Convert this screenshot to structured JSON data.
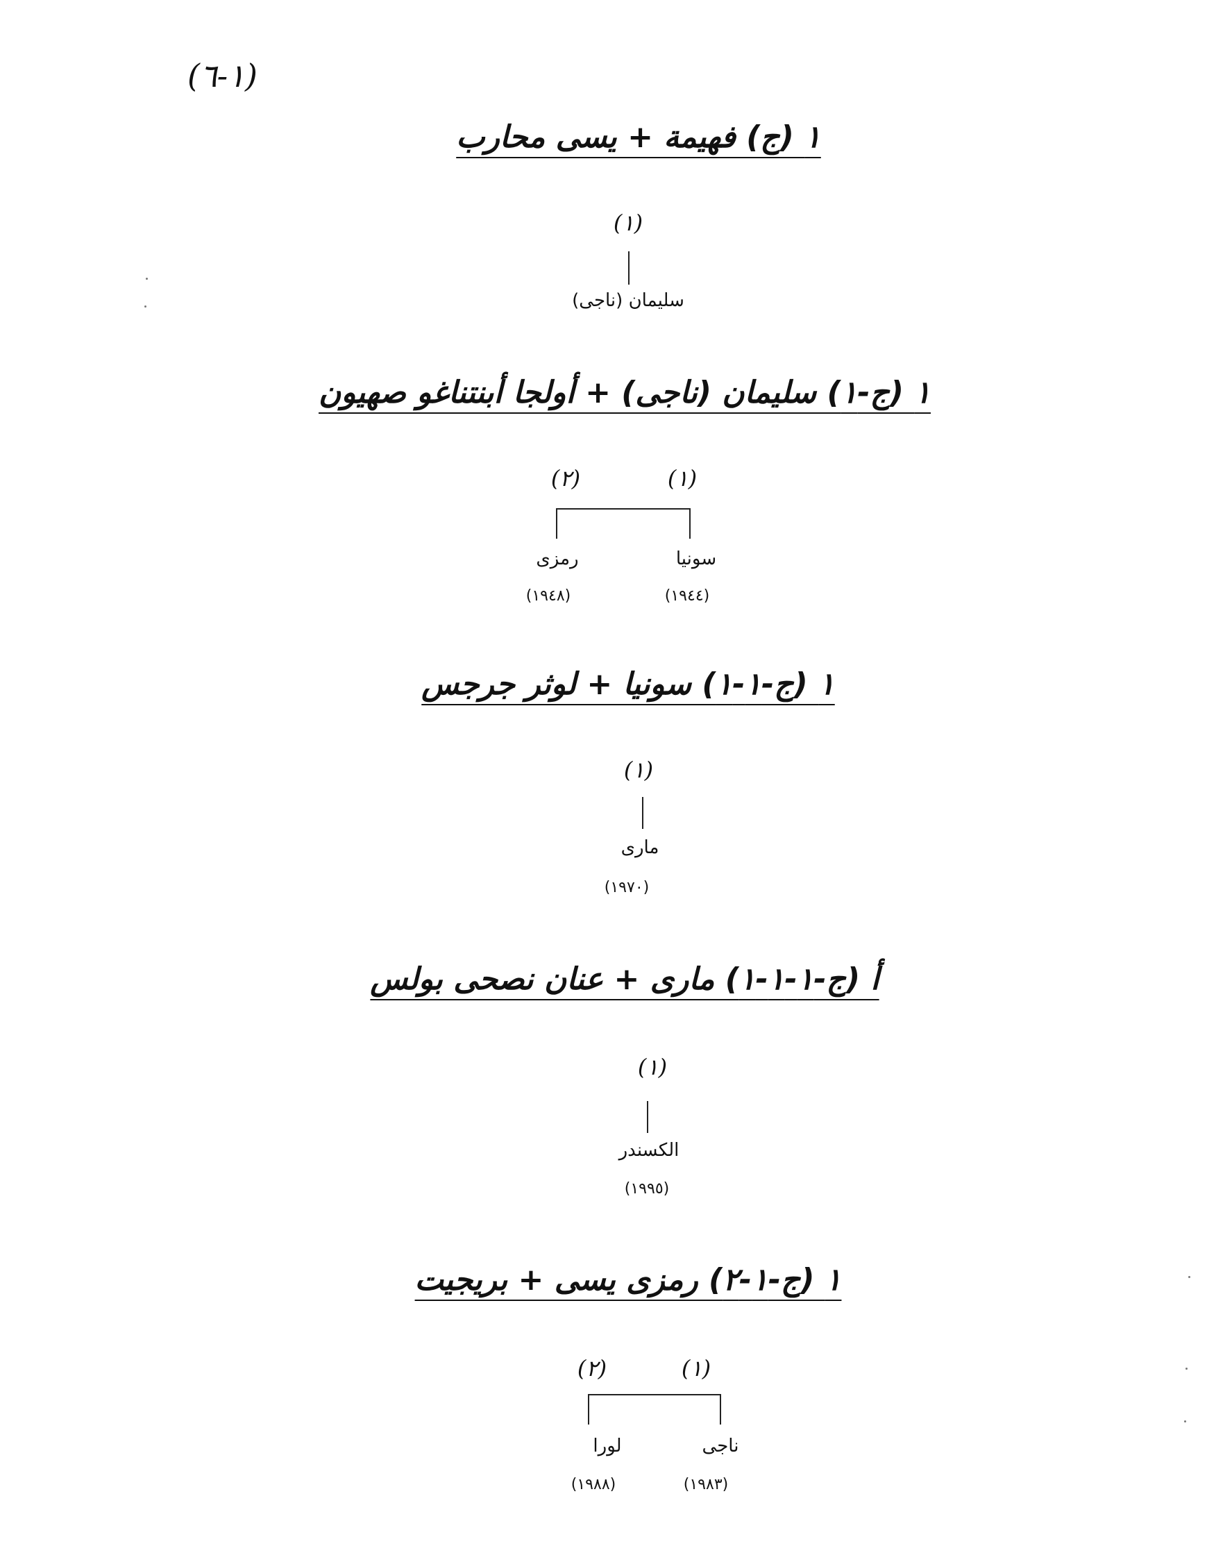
{
  "page_number": "(١-٦)",
  "sections": [
    {
      "heading": "١ (ج) فهيمة + يسى محارب",
      "children": [
        {
          "index": "(١)",
          "name": "سليمان (ناجى)"
        }
      ]
    },
    {
      "heading": "١ (ج-١) سليمان (ناجى) + أولجا أبنتناغو صهيون",
      "children": [
        {
          "index": "(١)",
          "name": "سونيا",
          "year": "(١٩٤٤)"
        },
        {
          "index": "(٢)",
          "name": "رمزى",
          "year": "(١٩٤٨)"
        }
      ]
    },
    {
      "heading": "١ (ج-١-١) سونيا + لوثر جرجس",
      "children": [
        {
          "index": "(١)",
          "name": "مارى",
          "year": "(١٩٧٠)"
        }
      ]
    },
    {
      "heading": "أ (ج-١-١-١) مارى + عنان نصحى بولس",
      "children": [
        {
          "index": "(١)",
          "name": "الكسندر",
          "year": "(١٩٩٥)"
        }
      ]
    },
    {
      "heading": "١ (ج-١-٢) رمزى يسى + بريجيت",
      "children": [
        {
          "index": "(١)",
          "name": "ناجى",
          "year": "(١٩٨٣)"
        },
        {
          "index": "(٢)",
          "name": "لورا",
          "year": "(١٩٨٨)"
        }
      ]
    }
  ]
}
